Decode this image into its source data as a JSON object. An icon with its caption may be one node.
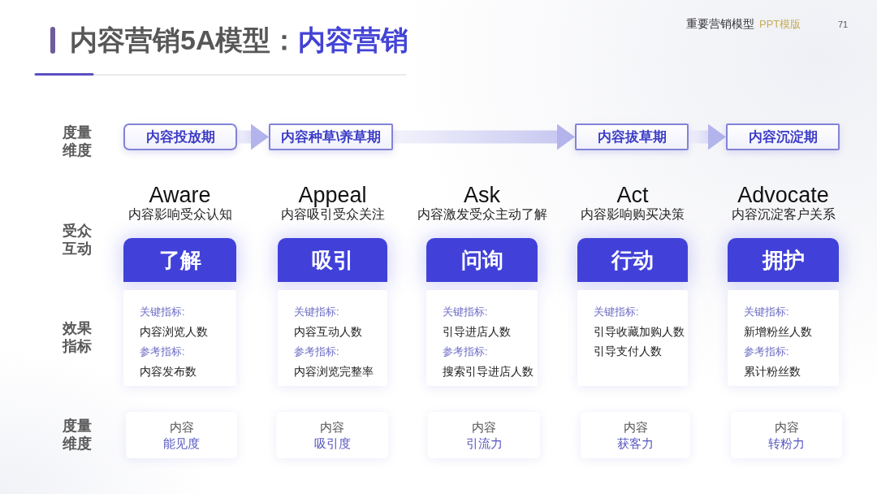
{
  "diagram": {
    "title": "内容营销5A模型：**内容营销**",
    "nodes": [
      {
        "text": [
          "内容投放期"
        ]
      },
      {
        "text": [
          "内容种草\\养草期"
        ]
      },
      {
        "text": [
          "内容拔草期"
        ]
      },
      {
        "text": [
          "内容沉淀期"
        ]
      },
      {
        "text": [
          "了解"
        ],
        "beside": [
          "Aware",
          "内容影响受众认知"
        ]
      },
      {
        "text": [
          "吸引"
        ],
        "beside": [
          "Appeal",
          "内容吸引受众关注"
        ]
      },
      {
        "text": [
          "问询"
        ],
        "beside": [
          "Ask",
          "内容激发受众主动了解"
        ]
      },
      {
        "text": [
          "行动"
        ],
        "beside": [
          "Act",
          "内容影响购买决策"
        ]
      },
      {
        "text": [
          "拥护"
        ],
        "beside": [
          "Advocate",
          "内容沉淀客户关系"
        ]
      },
      {
        "text": [
          "关键指标:",
          "内容浏览人数",
          "参考指标:",
          "内容发布数"
        ]
      },
      {
        "text": [
          "关键指标:",
          "内容互动人数",
          "参考指标:",
          "内容浏览完整率"
        ]
      },
      {
        "text": [
          "关键指标:",
          "引导进店人数",
          "参考指标:",
          "搜索引导进店人数"
        ]
      },
      {
        "text": [
          "关键指标:",
          "引导收藏加购人数",
          "引导支付人数"
        ]
      },
      {
        "text": [
          "关键指标:",
          "新增粉丝人数",
          "参考指标:",
          "累计粉丝数"
        ]
      },
      {
        "text": [
          "内容",
          "能见度"
        ]
      },
      {
        "text": [
          "内容",
          "吸引度"
        ]
      },
      {
        "text": [
          "内容",
          "引流力"
        ]
      },
      {
        "text": [
          "内容",
          "获客力"
        ]
      },
      {
        "text": [
          "内容",
          "转粉力"
        ]
      }
    ],
    "edges": [
      {
        "from": 0,
        "to": 1,
        "arrow": "to"
      },
      {
        "from": 1,
        "to": 2,
        "arrow": "to"
      },
      {
        "from": 2,
        "to": 3,
        "arrow": "to"
      }
    ],
    "labels": [
      "重要营销模型",
      "PPT模版",
      "71",
      "度量维度",
      "受众互动",
      "效果指标",
      "度量维度"
    ]
  }
}
